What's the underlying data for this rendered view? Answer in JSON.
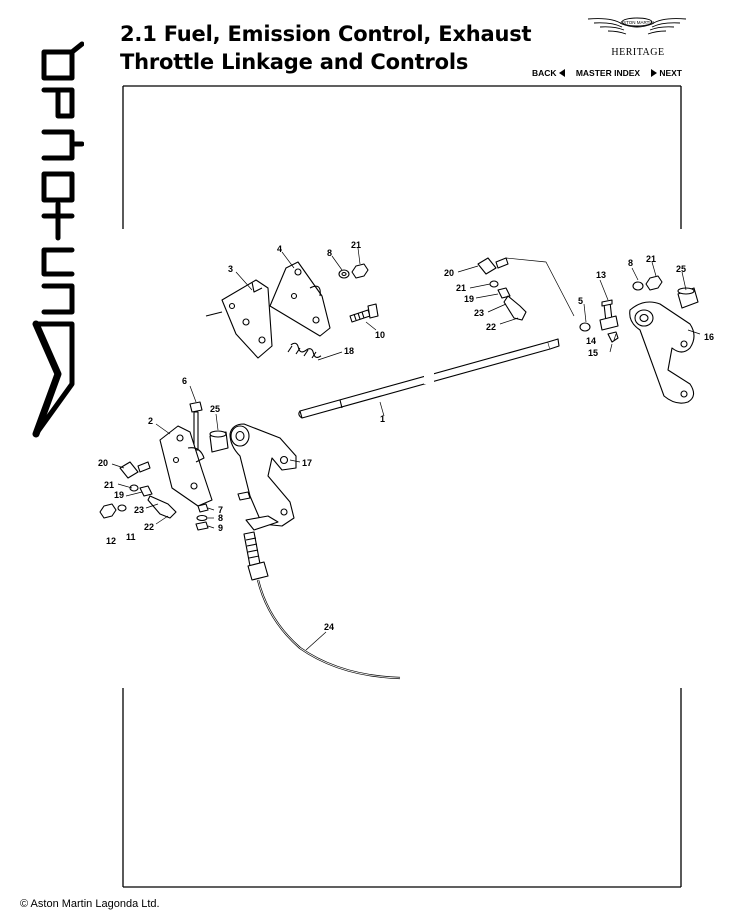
{
  "header": {
    "title_line1": "2.1 Fuel, Emission Control, Exhaust",
    "title_line2": "Throttle Linkage and Controls"
  },
  "brand": {
    "badge_text": "ASTON MARTIN",
    "heritage": "HERITAGE",
    "side_logo": "Vantage"
  },
  "nav": {
    "back": "BACK",
    "master_index": "MASTER INDEX",
    "next": "NEXT"
  },
  "footer": {
    "copyright": "© Aston Martin Lagonda Ltd."
  },
  "callouts": {
    "c1": "1",
    "c2": "2",
    "c3": "3",
    "c4": "4",
    "c5": "5",
    "c6": "6",
    "c7": "7",
    "c8a": "8",
    "c8b": "8",
    "c8c": "8",
    "c9": "9",
    "c10": "10",
    "c11": "11",
    "c12": "12",
    "c13": "13",
    "c14": "14",
    "c15": "15",
    "c16": "16",
    "c17": "17",
    "c18": "18",
    "c19a": "19",
    "c19b": "19",
    "c20a": "20",
    "c20b": "20",
    "c21a": "21",
    "c21b": "21",
    "c21c": "21",
    "c21d": "21",
    "c22a": "22",
    "c22b": "22",
    "c23a": "23",
    "c23b": "23",
    "c24": "24",
    "c25a": "25",
    "c25b": "25"
  },
  "colors": {
    "ink": "#000000",
    "paper": "#ffffff"
  }
}
